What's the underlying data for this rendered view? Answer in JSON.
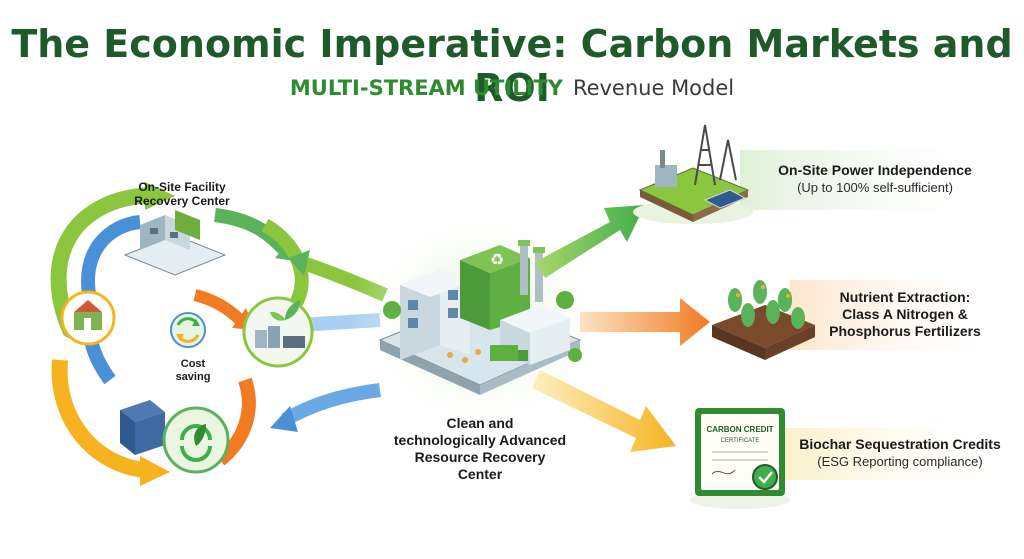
{
  "header": {
    "title": "The Economic Imperative: Carbon Markets and ROI",
    "subtitle_strong": "MULTI-STREAM UTILITY",
    "subtitle_rest": "Revenue Model"
  },
  "left_loop": {
    "facility_label_line1": "On-Site Facility",
    "facility_label_line2": "Recovery Center",
    "cost_label_line1": "Cost",
    "cost_label_line2": "saving"
  },
  "center": {
    "label_line1": "Clean and",
    "label_line2": "technologically Advanced",
    "label_line3": "Resource Recovery",
    "label_line4": "Center",
    "badge": "♻"
  },
  "outputs": [
    {
      "title": "On-Site Power Independence",
      "subtitle": "(Up to 100% self-sufficient)"
    },
    {
      "title_line1": "Nutrient Extraction:",
      "title_line2": "Class A Nitrogen &",
      "title_line3": "Phosphorus Fertilizers"
    },
    {
      "title": "Biochar Sequestration Credits",
      "subtitle": "(ESG Reporting compliance)"
    }
  ],
  "certificate": {
    "heading_line1": "CARBON CREDIT",
    "heading_line2": "CERTIFICATE"
  },
  "colors": {
    "title_green": "#1f5a2a",
    "accent_green": "#2e8b30",
    "arrow_green": "#4caf50",
    "arrow_blue": "#4a90d9",
    "arrow_orange": "#f07b22",
    "arrow_yellow": "#f5b321"
  },
  "icons": [
    "recycle-icon",
    "leaf-icon",
    "factory-icon",
    "power-tower-icon",
    "solar-panel-icon",
    "plant-icon",
    "certificate-icon",
    "check-badge-icon"
  ]
}
